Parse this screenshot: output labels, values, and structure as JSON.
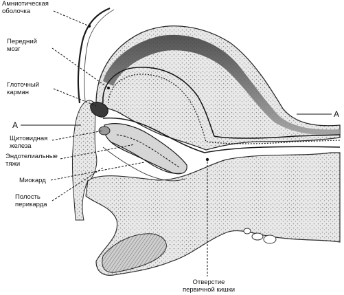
{
  "colors": {
    "ink": "#1a1a1a",
    "shade": "#6e6e6e",
    "tissue": "#bdbdbd",
    "paper": "#ffffff"
  },
  "labels": {
    "amnion": [
      "Амниотическая",
      "оболочка"
    ],
    "forebrain": [
      "Передний",
      "мозг"
    ],
    "pharynx": [
      "Глоточный",
      "карман"
    ],
    "thyroid": [
      "Щитовидная",
      "железа"
    ],
    "endothelial": [
      "Эндотелиальные",
      "тяжи"
    ],
    "myocard": [
      "Миокард"
    ],
    "pericard": [
      "Полость",
      "перикарда"
    ],
    "gut_opening": [
      "Отверстие",
      "первичной кишки"
    ]
  },
  "section_marker": {
    "left": "A",
    "right": "A"
  }
}
